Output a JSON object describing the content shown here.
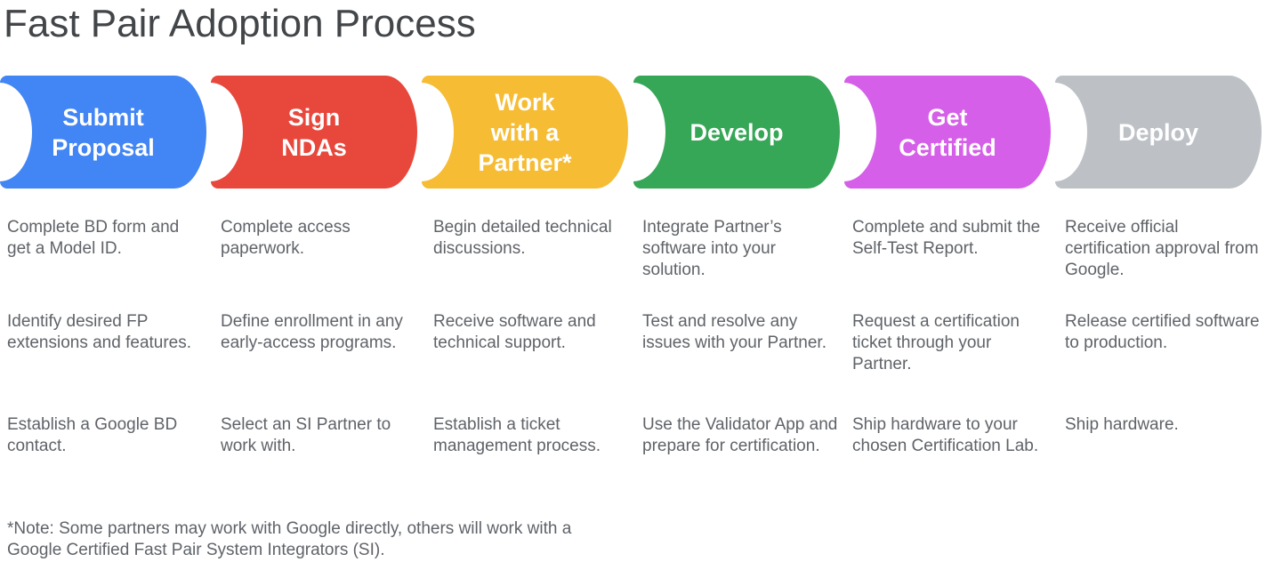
{
  "title": "Fast Pair Adoption Process",
  "note": "*Note: Some partners may work with Google directly, others will work with a Google Certified Fast Pair System Integrators (SI).",
  "colors": {
    "background": "#FFFFFF",
    "title_text": "#434649",
    "body_text": "#5F6368",
    "stage_label_text": "#FFFFFF"
  },
  "stages": [
    {
      "label": [
        "Submit",
        "Proposal"
      ],
      "color": "#4285F4",
      "items": [
        "Complete BD form and get a Model ID.",
        "Identify desired FP extensions and features.",
        "Establish a Google BD contact."
      ]
    },
    {
      "label": [
        "Sign",
        "NDAs"
      ],
      "color": "#E8473C",
      "items": [
        "Complete access paperwork.",
        "Define enrollment in any early-access programs.",
        "Select an SI Partner to work with."
      ]
    },
    {
      "label": [
        "Work",
        "with a",
        "Partner*"
      ],
      "color": "#F6BC33",
      "items": [
        "Begin detailed technical discussions.",
        "Receive software and technical support.",
        "Establish a ticket management process."
      ]
    },
    {
      "label": [
        "Develop"
      ],
      "color": "#36A657",
      "items": [
        "Integrate Partner’s software into your solution.",
        "Test and resolve any issues with your Partner.",
        "Use the Validator App and prepare for certification."
      ]
    },
    {
      "label": [
        "Get",
        "Certified"
      ],
      "color": "#D55FE8",
      "items": [
        "Complete and submit the Self-Test Report.",
        "Request a certification ticket through your Partner.",
        "Ship hardware to your chosen Certification Lab."
      ]
    },
    {
      "label": [
        "Deploy"
      ],
      "color": "#BDC1C6",
      "items": [
        "Receive official certification approval from Google.",
        "Release certified software to production.",
        "Ship hardware."
      ]
    }
  ]
}
